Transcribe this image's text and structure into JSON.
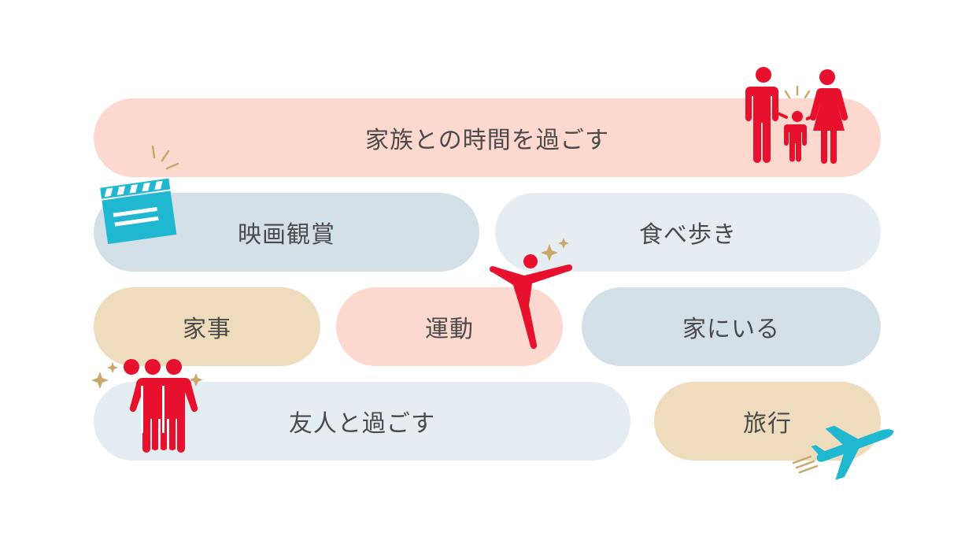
{
  "activities": {
    "family_time": "家族との時間を過ごす",
    "movie": "映画観賞",
    "food_walk": "食べ歩き",
    "chores": "家事",
    "exercise": "運動",
    "stay_home": "家にいる",
    "friends_time": "友人と過ごす",
    "travel": "旅行"
  },
  "colors": {
    "pink": "#fdd8cf",
    "blue": "#d3e0e8",
    "light_blue": "#e5ecf2",
    "tan": "#eedcbd",
    "red_icon": "#e8112d",
    "cyan_icon": "#1fb8d0",
    "gold_sparkle": "#c9a86a"
  },
  "icons": [
    "family-icon",
    "clapperboard-icon",
    "dancer-icon",
    "friends-group-icon",
    "airplane-icon"
  ]
}
